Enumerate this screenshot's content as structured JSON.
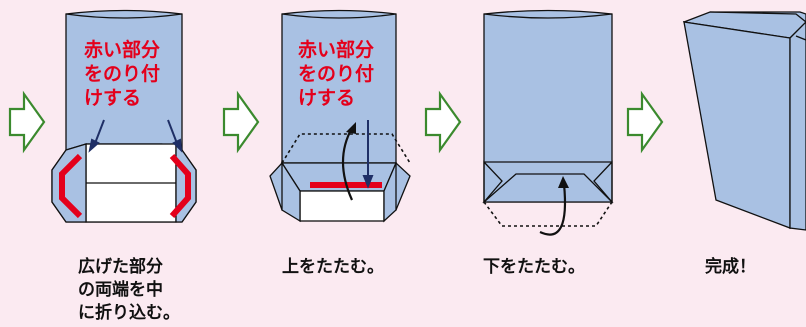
{
  "steps": [
    {
      "red_label": [
        "赤い部分",
        "をのり付",
        "けする"
      ],
      "caption": [
        "広げた部分",
        "の両端を中",
        "に折り込む。"
      ]
    },
    {
      "red_label": [
        "赤い部分",
        "をのり付",
        "けする"
      ],
      "caption": [
        "上をたたむ。"
      ]
    },
    {
      "caption": [
        "下をたたむ。"
      ]
    },
    {
      "caption": [
        "完成！"
      ]
    }
  ],
  "colors": {
    "background": "#fbeaf1",
    "bag": "#a9c1e3",
    "glue": "#e4001b",
    "arrow": "#3b8a2e"
  }
}
